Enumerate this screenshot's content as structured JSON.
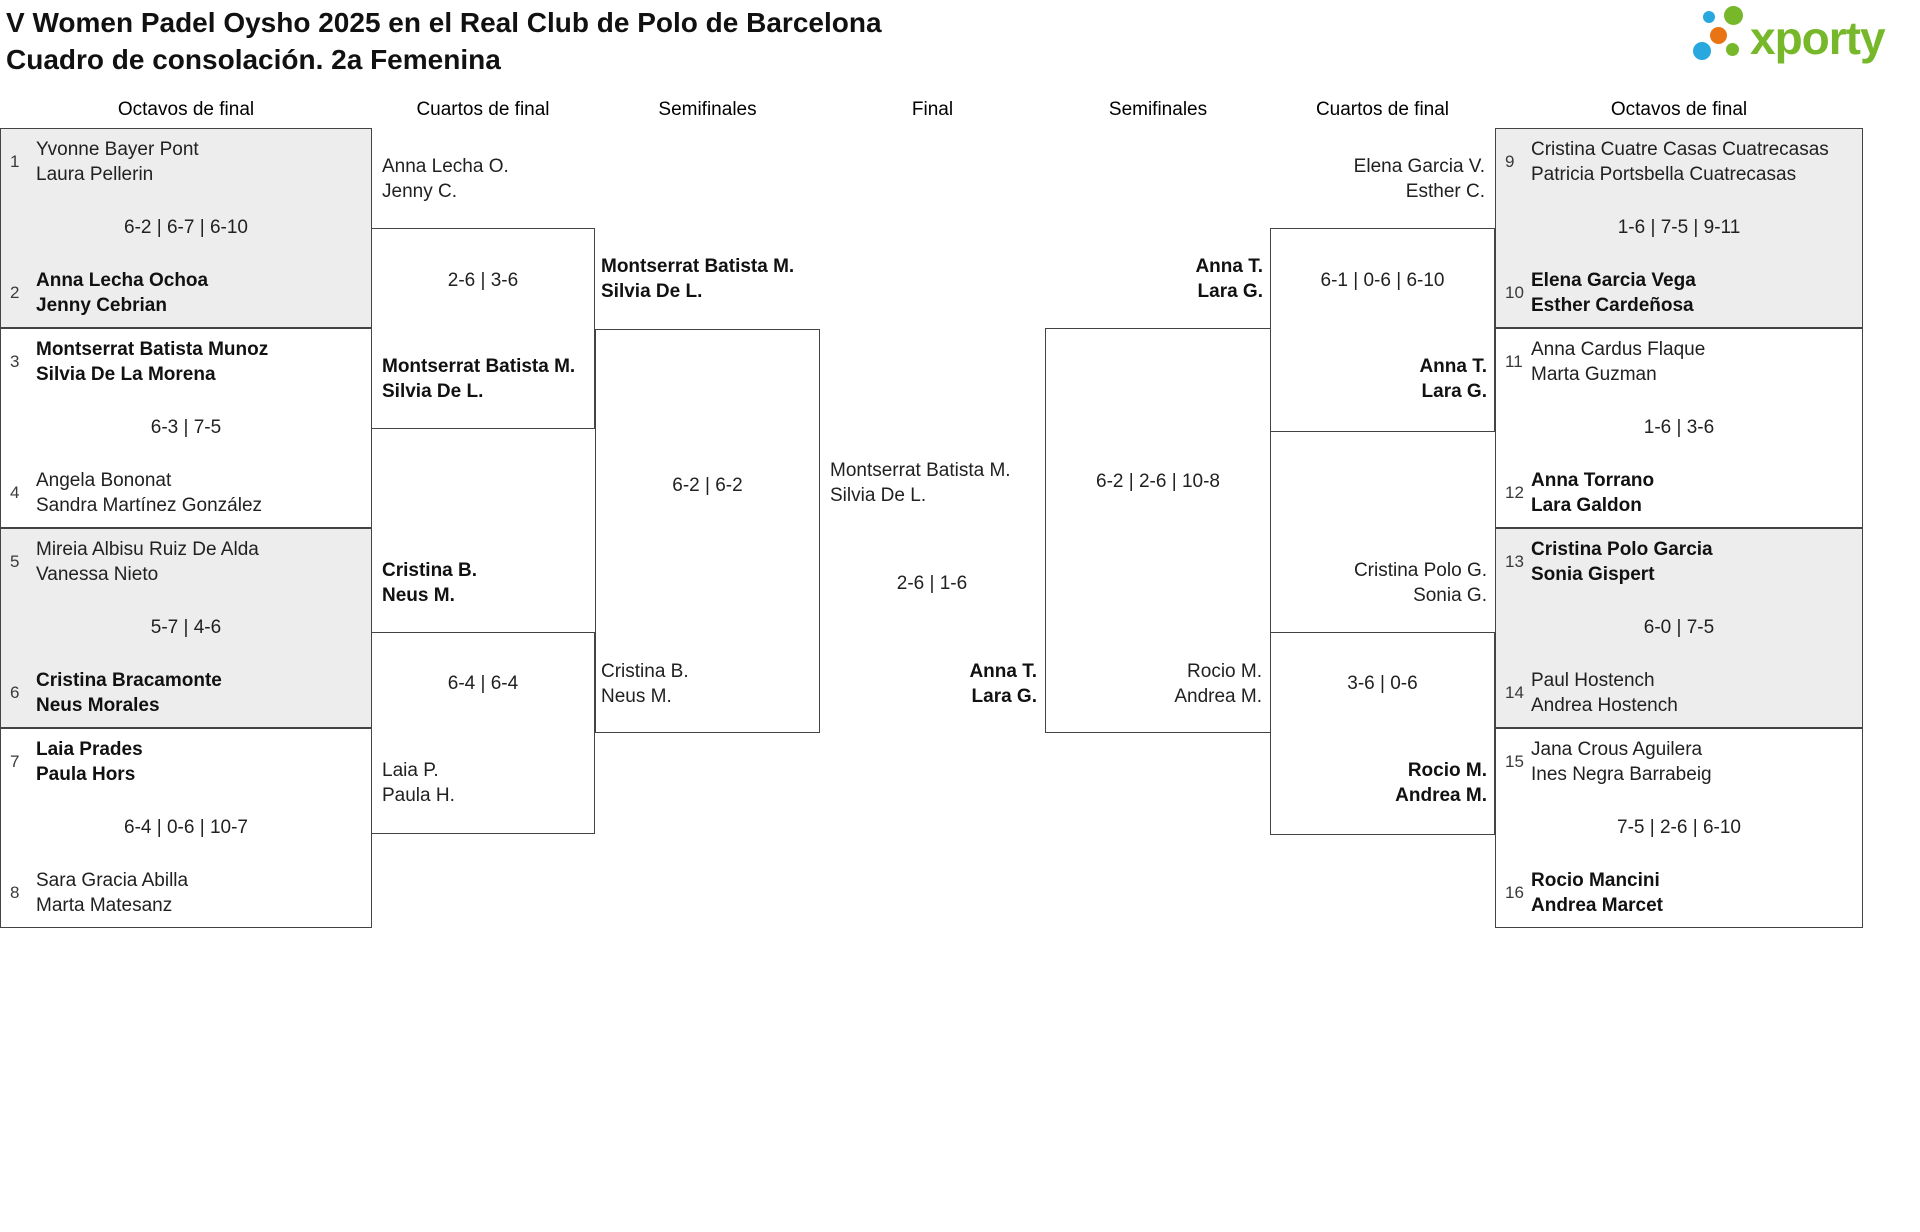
{
  "title": {
    "line1": "V Women Padel Oysho 2025 en el Real Club de Polo de Barcelona",
    "line2": "Cuadro de consolación. 2a Femenina"
  },
  "logo": {
    "brand": "xporty"
  },
  "colors": {
    "green": "#76b82a",
    "blue": "#29a8e0",
    "orange": "#e87413",
    "gray_fill": "#ededed",
    "border": "#444444"
  },
  "headers": {
    "octavos": "Octavos de final",
    "cuartos": "Cuartos de final",
    "semifinales": "Semifinales",
    "final": "Final"
  },
  "r16_left": [
    {
      "seed_top": "1",
      "top1": "Yvonne Bayer Pont",
      "top2": "Laura Pellerin",
      "score": "6-2 | 6-7 | 6-10",
      "seed_bot": "2",
      "bot1": "Anna Lecha Ochoa",
      "bot2": "Jenny Cebrian",
      "winner": "bottom"
    },
    {
      "seed_top": "3",
      "top1": "Montserrat Batista Munoz",
      "top2": "Silvia De La Morena",
      "score": "6-3 | 7-5",
      "seed_bot": "4",
      "bot1": "Angela Bononat",
      "bot2": "Sandra Martínez González",
      "winner": "top"
    },
    {
      "seed_top": "5",
      "top1": "Mireia Albisu Ruiz De Alda",
      "top2": "Vanessa Nieto",
      "score": "5-7 | 4-6",
      "seed_bot": "6",
      "bot1": "Cristina Bracamonte",
      "bot2": "Neus Morales",
      "winner": "bottom"
    },
    {
      "seed_top": "7",
      "top1": "Laia Prades",
      "top2": "Paula Hors",
      "score": "6-4 | 0-6 | 10-7",
      "seed_bot": "8",
      "bot1": "Sara Gracia Abilla",
      "bot2": "Marta Matesanz",
      "winner": "top"
    }
  ],
  "r16_right": [
    {
      "seed_top": "9",
      "top1": "Cristina Cuatre Casas Cuatrecasas",
      "top2": "Patricia Portsbella Cuatrecasas",
      "score": "1-6 | 7-5 | 9-11",
      "seed_bot": "10",
      "bot1": "Elena Garcia Vega",
      "bot2": "Esther Cardeñosa",
      "winner": "bottom"
    },
    {
      "seed_top": "11",
      "top1": "Anna Cardus Flaque",
      "top2": "Marta Guzman",
      "score": "1-6 | 3-6",
      "seed_bot": "12",
      "bot1": "Anna Torrano",
      "bot2": "Lara Galdon",
      "winner": "bottom"
    },
    {
      "seed_top": "13",
      "top1": "Cristina Polo Garcia",
      "top2": "Sonia Gispert",
      "score": "6-0 | 7-5",
      "seed_bot": "14",
      "bot1": "Paul Hostench",
      "bot2": "Andrea Hostench",
      "winner": "top"
    },
    {
      "seed_top": "15",
      "top1": "Jana Crous Aguilera",
      "top2": "Ines Negra Barrabeig",
      "score": "7-5 | 2-6 | 6-10",
      "seed_bot": "16",
      "bot1": "Rocio Mancini",
      "bot2": "Andrea Marcet",
      "winner": "bottom"
    }
  ],
  "qf_left": [
    {
      "top1": "Anna Lecha O.",
      "top2": "Jenny C.",
      "score": "2-6 | 3-6",
      "bot1": "Montserrat Batista M.",
      "bot2": "Silvia De L.",
      "winner": "bottom"
    },
    {
      "top1": "Cristina B.",
      "top2": "Neus M.",
      "score": "6-4 | 6-4",
      "bot1": "Laia P.",
      "bot2": "Paula H.",
      "winner": "top"
    }
  ],
  "qf_right": [
    {
      "top1": "Elena Garcia V.",
      "top2": "Esther C.",
      "score": "6-1 | 0-6 | 6-10",
      "bot1": "Anna T.",
      "bot2": "Lara G.",
      "winner": "bottom"
    },
    {
      "top1": "Cristina Polo G.",
      "top2": "Sonia G.",
      "score": "3-6 | 0-6",
      "bot1": "Rocio M.",
      "bot2": "Andrea M.",
      "winner": "bottom"
    }
  ],
  "sf_left": {
    "top1": "Montserrat Batista M.",
    "top2": "Silvia De L.",
    "score": "6-2 | 6-2",
    "bot1": "Cristina B.",
    "bot2": "Neus M.",
    "winner": "top"
  },
  "sf_right": {
    "top1": "Anna T.",
    "top2": "Lara G.",
    "score": "6-2 | 2-6 | 10-8",
    "bot1": "Rocio M.",
    "bot2": "Andrea M.",
    "winner": "top"
  },
  "final": {
    "top1": "Montserrat Batista M.",
    "top2": "Silvia De L.",
    "score": "2-6 | 1-6",
    "bot1": "Anna T.",
    "bot2": "Lara G.",
    "winner": "bottom"
  }
}
